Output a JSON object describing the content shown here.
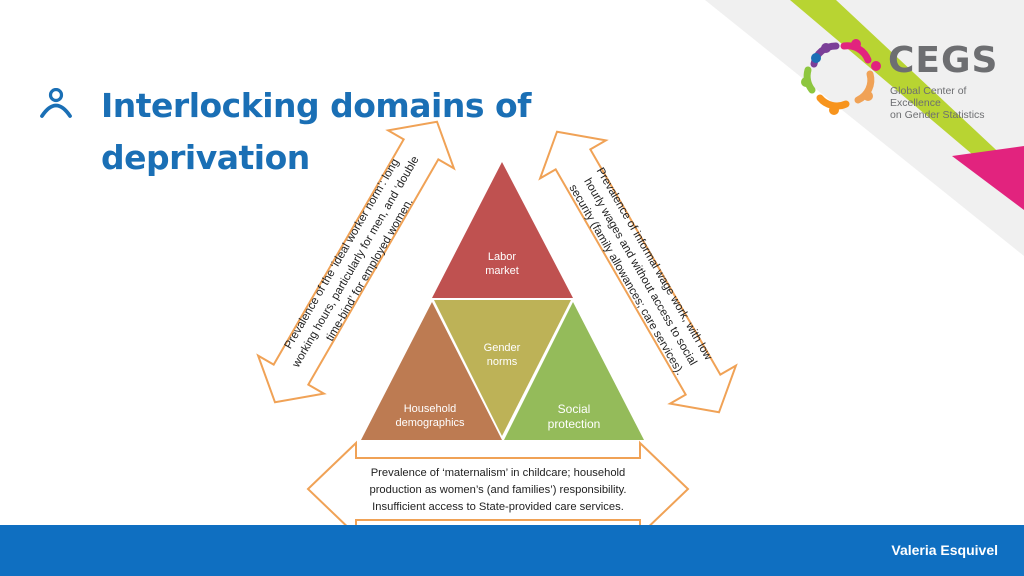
{
  "title": {
    "line1": "Interlocking domains of",
    "line2": "deprivation"
  },
  "logo": {
    "word": "CEGS",
    "sub_line1": "Global Center of Excellence",
    "sub_line2": "on Gender Statistics"
  },
  "diagram": {
    "labor_market": {
      "line1": "Labor",
      "line2": "market"
    },
    "gender_norms": {
      "line1": "Gender",
      "line2": "norms"
    },
    "household_demographics": {
      "line1": "Household",
      "line2": "demographics"
    },
    "social_protection": {
      "line1": "Social",
      "line2": "protection"
    },
    "left_arrow_text": {
      "line1": "Prevalence of the ‘ideal worker norm’: long",
      "line2": "working hours, particularly for men, and ‘double",
      "line3": "time-bind’ for employed women."
    },
    "right_arrow_text": {
      "line1": "Prevalence of informal wage work, with low",
      "line2": "hourly wages and without access to social",
      "line3": "security (family allowances; care services)."
    },
    "bottom_arrow_text": {
      "line1": "Prevalence of ‘maternalism’ in childcare; household",
      "line2": "production as women’s (and families’) responsibility.",
      "line3": "Insufficient access to State-provided care services."
    }
  },
  "footer": {
    "name": "Valeria Esquivel"
  },
  "colors": {
    "accent_blue": "#1a6fb5",
    "footer_blue": "#0f6fc1",
    "labor_market": "#bf5150",
    "gender_norms": "#bdb257",
    "household": "#bd7b52",
    "social_protection": "#94bb5a",
    "arrow_outline": "#f0a256",
    "lime": "#b8d432",
    "magenta": "#e2237e"
  }
}
